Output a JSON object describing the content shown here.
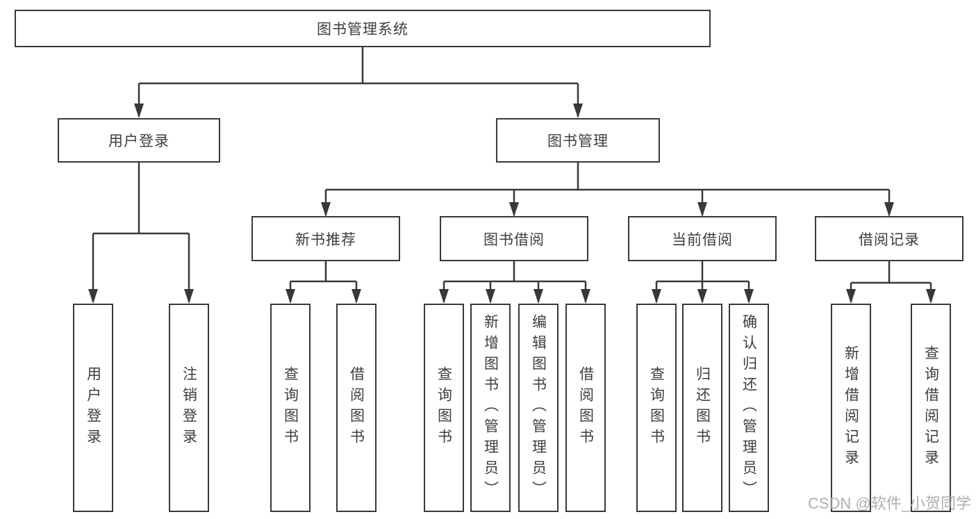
{
  "diagram": {
    "root": {
      "label": "图书管理系统"
    },
    "branches": [
      {
        "label": "用户登录",
        "children": [
          {
            "label": "用户登录"
          },
          {
            "label": "注销登录"
          }
        ]
      },
      {
        "label": "图书管理",
        "children": [
          {
            "label": "新书推荐",
            "children": [
              {
                "label": "查询图书"
              },
              {
                "label": "借阅图书"
              }
            ]
          },
          {
            "label": "图书借阅",
            "children": [
              {
                "label": "查询图书"
              },
              {
                "label": "新增图书（管理员）"
              },
              {
                "label": "编辑图书（管理员）"
              },
              {
                "label": "借阅图书"
              }
            ]
          },
          {
            "label": "当前借阅",
            "children": [
              {
                "label": "查询图书"
              },
              {
                "label": "归还图书"
              },
              {
                "label": "确认归还（管理员）"
              }
            ]
          },
          {
            "label": "借阅记录",
            "children": [
              {
                "label": "新增借阅记录"
              },
              {
                "label": "查询借阅记录"
              }
            ]
          }
        ]
      }
    ]
  },
  "watermark": "CSDN @软件_小贺同学",
  "colors": {
    "line": "#383838",
    "text": "#3d3d3d",
    "background": "#ffffff",
    "watermark": "#aeaeae"
  }
}
